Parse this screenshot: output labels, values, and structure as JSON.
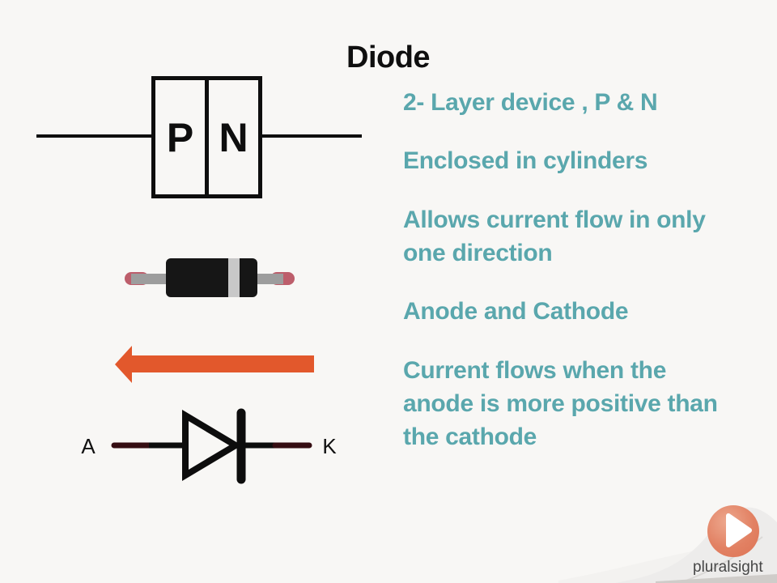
{
  "slide": {
    "title": "Diode",
    "bullets": [
      {
        "lines": [
          "2- Layer device , P & N"
        ]
      },
      {
        "lines": [
          "Enclosed in cylinders"
        ]
      },
      {
        "lines": [
          "Allows current flow in only",
          "one direction"
        ]
      },
      {
        "lines": [
          "Anode and Cathode"
        ]
      },
      {
        "lines": [
          "Current flows when the",
          "anode is more positive than",
          "the cathode"
        ]
      }
    ],
    "accent_color": "#5aa7ad",
    "title_color": "#0f0f0f",
    "background_color": "#f8f7f5"
  },
  "pn_diagram": {
    "p_label": "P",
    "n_label": "N",
    "line_color": "#0e0e0e"
  },
  "physical_diode": {
    "body_color": "#161616",
    "band_color": "#c8c8c8",
    "lead_color": "#9d9d9d",
    "tip_color": "#bd5e6b"
  },
  "arrow": {
    "direction": "left",
    "color": "#e2582c"
  },
  "symbol": {
    "anode_label": "A",
    "cathode_label": "K",
    "stroke_color": "#0d0d0d",
    "lead_end_color": "#350d12"
  },
  "logo": {
    "text": "pluralsight",
    "circle_color": "#e28163",
    "play_icon_color": "#ffffff",
    "text_color": "#474747"
  }
}
